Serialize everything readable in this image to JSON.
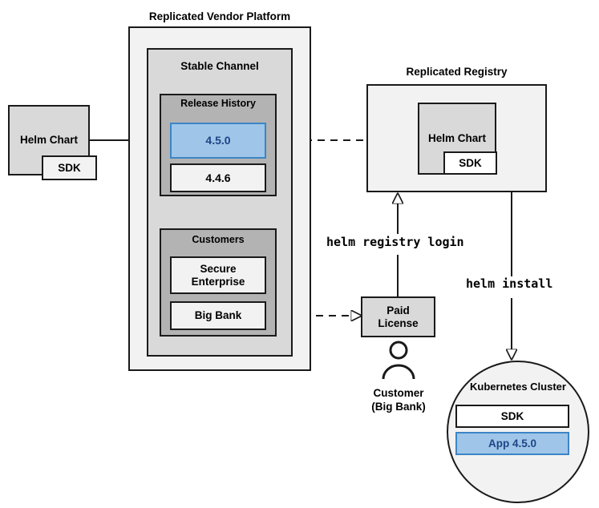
{
  "diagram": {
    "title_vendor_platform": "Replicated Vendor Platform",
    "title_registry": "Replicated Registry",
    "stable_channel": "Stable Channel",
    "release_history": "Release History",
    "customers": "Customers"
  },
  "nodes": {
    "helm_chart_left": {
      "label": "Helm Chart",
      "sdk": "SDK"
    },
    "release_current": "4.5.0",
    "release_previous": "4.4.6",
    "customer_secure_enterprise": "Secure\nEnterprise",
    "customer_secure_enterprise_line1": "Secure",
    "customer_secure_enterprise_line2": "Enterprise",
    "customer_big_bank": "Big Bank",
    "helm_chart_registry": {
      "label": "Helm Chart",
      "sdk": "SDK"
    },
    "paid_license_line1": "Paid",
    "paid_license_line2": "License",
    "customer_caption_line1": "Customer",
    "customer_caption_line2": "(Big Bank)",
    "cluster_title": "Kubernetes Cluster",
    "cluster_sdk": "SDK",
    "cluster_app": "App 4.5.0"
  },
  "commands": {
    "registry_login": "helm registry login",
    "install": "helm install"
  },
  "colors": {
    "outer_panel": "#f2f2f2",
    "channel_panel": "#d9d9d9",
    "inner_panel": "#b3b3b3",
    "box_gray": "#d9d9d9",
    "box_light": "#f2f2f2",
    "highlight_fill": "#9fc5e8",
    "highlight_border": "#3d85c6",
    "highlight_text": "#1c4587",
    "stroke": "#1a1a1a",
    "white": "#ffffff"
  }
}
